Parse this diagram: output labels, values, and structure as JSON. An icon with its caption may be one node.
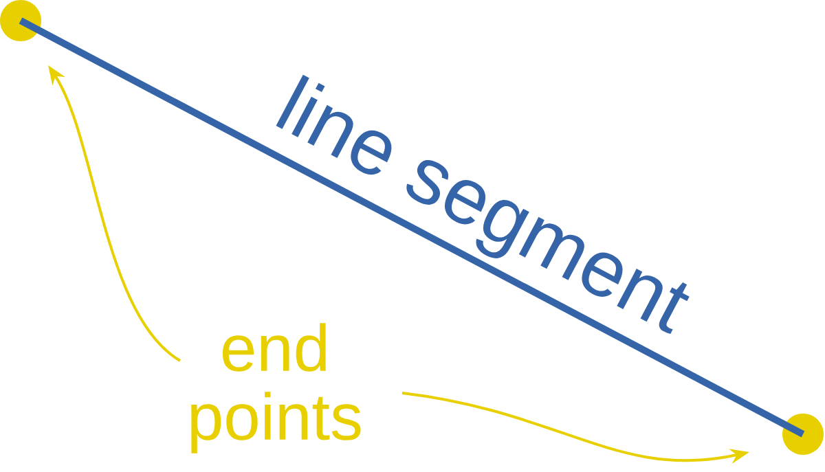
{
  "diagram": {
    "nodes": [
      {
        "text": [],
        "shape": "circle"
      },
      {
        "text": [
          "end points"
        ]
      },
      {
        "text": [],
        "shape": "circle"
      }
    ],
    "edges": [
      {
        "from": 0,
        "to": 2,
        "arrow": "none",
        "label": "line segment",
        "style": "thick",
        "color": "#3565a8"
      },
      {
        "from": 1,
        "to": 0,
        "arrow": "to",
        "color": "#e8d000"
      },
      {
        "from": 1,
        "to": 2,
        "arrow": "to",
        "color": "#e8d000"
      }
    ]
  }
}
